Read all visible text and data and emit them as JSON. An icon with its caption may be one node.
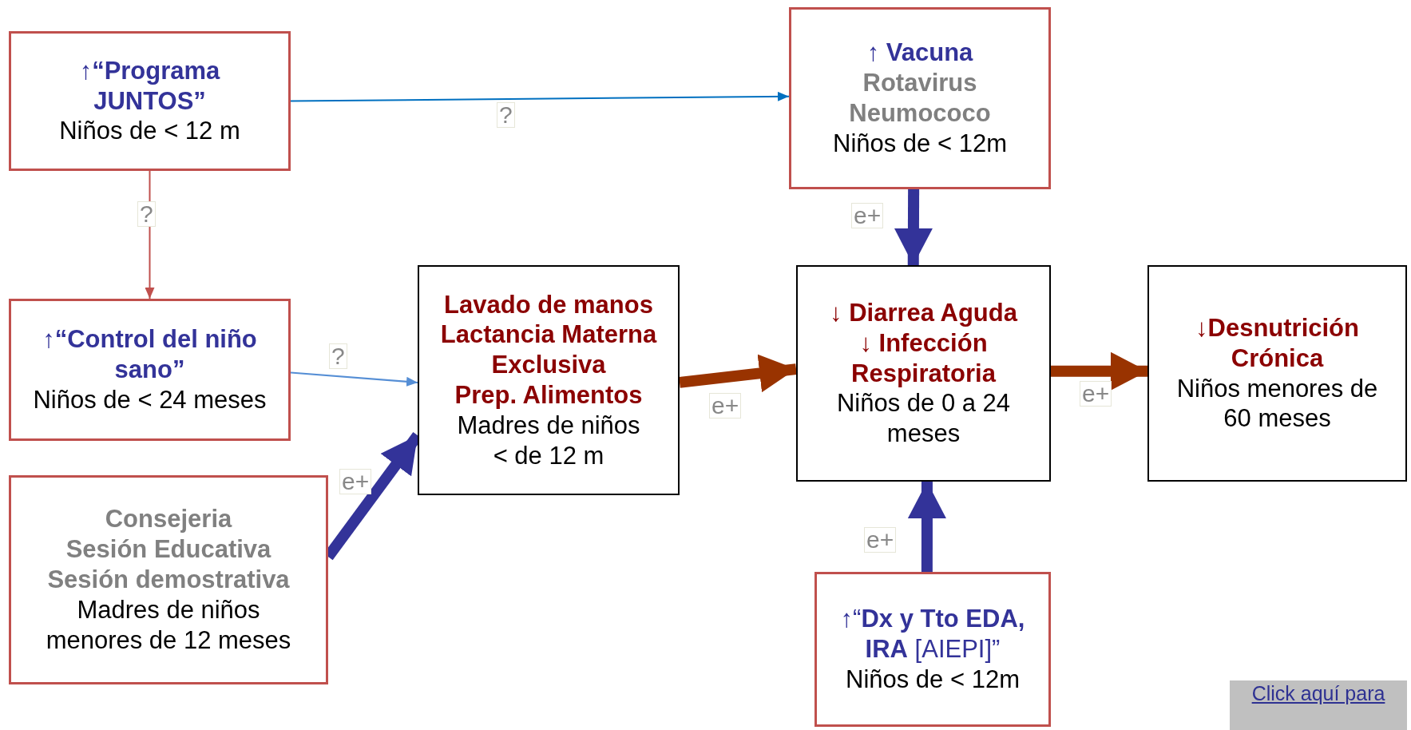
{
  "diagram": {
    "nodes": [
      {
        "text": [
          "↑**“Programa JUNTOS”**",
          "Niños de < 12 m"
        ]
      },
      {
        "text": [
          "↑ **Vacuna**",
          "Rotavirus Neumococo",
          "Niños de < 12m"
        ]
      },
      {
        "text": [
          "↑**“Control del niño sano”**",
          "Niños de < 24 meses"
        ]
      },
      {
        "text": [
          "Lavado de manos",
          "Lactancia Materna Exclusiva",
          "Prep. Alimentos",
          "Madres de niños < de 12 m"
        ]
      },
      {
        "text": [
          "↓ **Diarrea Aguda**",
          "↓ **Infección Respiratoria**",
          "Niños de 0 a 24 meses"
        ]
      },
      {
        "text": [
          "↓**Desnutrición Crónica**",
          "Niños menores de 60 meses"
        ]
      },
      {
        "text": [
          "Consejeria",
          "Sesión Educativa",
          "Sesión demostrativa",
          "Madres de niños menores de 12 meses"
        ]
      },
      {
        "text": [
          "↑“**Dx y Tto EDA, IRA** [AIEPI]”",
          "Niños de < 12m"
        ]
      }
    ],
    "edges": [
      {
        "from": 0,
        "to": 1,
        "arrow": "to",
        "label": "?",
        "color": "#0070c0"
      },
      {
        "from": 0,
        "to": 2,
        "arrow": "to",
        "label": "?",
        "color": "#c0504d"
      },
      {
        "from": 2,
        "to": 3,
        "arrow": "to",
        "label": "?",
        "color": "#558ed5"
      },
      {
        "from": 6,
        "to": 3,
        "arrow": "to",
        "label": "e+",
        "color": "#333399"
      },
      {
        "from": 3,
        "to": 4,
        "arrow": "to",
        "label": "e+",
        "color": "#993300"
      },
      {
        "from": 1,
        "to": 4,
        "arrow": "to",
        "label": "e+",
        "color": "#333399"
      },
      {
        "from": 7,
        "to": 4,
        "arrow": "to",
        "label": "e+",
        "color": "#333399"
      },
      {
        "from": 4,
        "to": 5,
        "arrow": "to",
        "label": "e+",
        "color": "#993300"
      }
    ],
    "labels": [
      "Click aquí para"
    ]
  }
}
